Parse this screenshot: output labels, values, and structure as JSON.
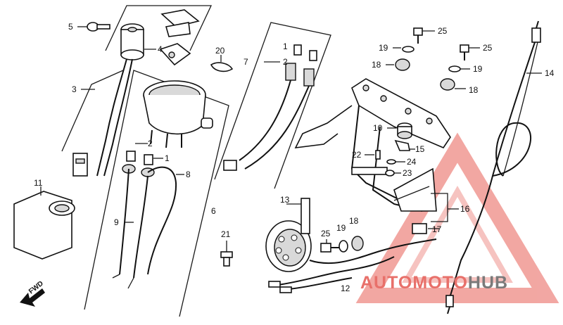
{
  "diagram": {
    "callouts": [
      {
        "id": "5",
        "label": "5"
      },
      {
        "id": "4",
        "label": "4"
      },
      {
        "id": "3",
        "label": "3"
      },
      {
        "id": "11",
        "label": "11"
      },
      {
        "id": "20",
        "label": "20"
      },
      {
        "id": "2a",
        "label": "2"
      },
      {
        "id": "1a",
        "label": "1"
      },
      {
        "id": "8",
        "label": "8"
      },
      {
        "id": "9",
        "label": "9"
      },
      {
        "id": "6",
        "label": "6"
      },
      {
        "id": "7",
        "label": "7"
      },
      {
        "id": "1b",
        "label": "1"
      },
      {
        "id": "2b",
        "label": "2"
      },
      {
        "id": "21",
        "label": "21"
      },
      {
        "id": "13",
        "label": "13"
      },
      {
        "id": "25a",
        "label": "25"
      },
      {
        "id": "19a",
        "label": "19"
      },
      {
        "id": "18a",
        "label": "18"
      },
      {
        "id": "12",
        "label": "12"
      },
      {
        "id": "10",
        "label": "10"
      },
      {
        "id": "22",
        "label": "22"
      },
      {
        "id": "15",
        "label": "15"
      },
      {
        "id": "24",
        "label": "24"
      },
      {
        "id": "23",
        "label": "23"
      },
      {
        "id": "16",
        "label": "16"
      },
      {
        "id": "17",
        "label": "17"
      },
      {
        "id": "25b",
        "label": "25"
      },
      {
        "id": "19b",
        "label": "19"
      },
      {
        "id": "18b",
        "label": "18"
      },
      {
        "id": "25c",
        "label": "25"
      },
      {
        "id": "19c",
        "label": "19"
      },
      {
        "id": "18c",
        "label": "18"
      },
      {
        "id": "14",
        "label": "14"
      }
    ],
    "fwd_label": "FWD"
  },
  "watermark": {
    "part1": "AUTOMOTO",
    "part2": "HUB",
    "color_primary": "#e8706a",
    "color_secondary": "#7a7a7a"
  }
}
